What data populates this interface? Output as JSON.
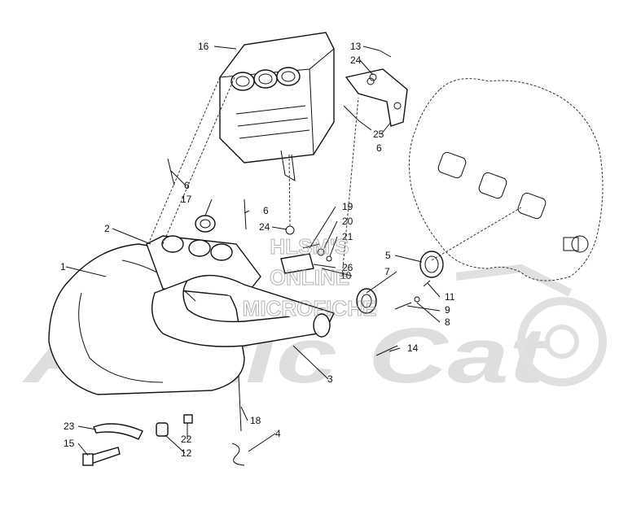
{
  "watermark": {
    "line1": "HLSM'S",
    "line2": "ONLINE",
    "line3": "MICROFICHE",
    "brand": "Arctic Cat",
    "color": "#bdbdbd"
  },
  "callouts": [
    {
      "id": "c1",
      "text": "1"
    },
    {
      "id": "c2",
      "text": "2"
    },
    {
      "id": "c3",
      "text": "3"
    },
    {
      "id": "c4",
      "text": "4"
    },
    {
      "id": "c5",
      "text": "5"
    },
    {
      "id": "c6a",
      "text": "6"
    },
    {
      "id": "c6b",
      "text": "6"
    },
    {
      "id": "c6c",
      "text": "6"
    },
    {
      "id": "c7",
      "text": "7"
    },
    {
      "id": "c8",
      "text": "8"
    },
    {
      "id": "c9",
      "text": "9"
    },
    {
      "id": "c10",
      "text": "10"
    },
    {
      "id": "c11",
      "text": "11"
    },
    {
      "id": "c12",
      "text": "12"
    },
    {
      "id": "c13",
      "text": "13"
    },
    {
      "id": "c14",
      "text": "14"
    },
    {
      "id": "c15",
      "text": "15"
    },
    {
      "id": "c16",
      "text": "16"
    },
    {
      "id": "c17",
      "text": "17"
    },
    {
      "id": "c18",
      "text": "18"
    },
    {
      "id": "c19",
      "text": "19"
    },
    {
      "id": "c20",
      "text": "20"
    },
    {
      "id": "c21",
      "text": "21"
    },
    {
      "id": "c22",
      "text": "22"
    },
    {
      "id": "c23",
      "text": "23"
    },
    {
      "id": "c24a",
      "text": "24"
    },
    {
      "id": "c24b",
      "text": "24"
    },
    {
      "id": "c25",
      "text": "25"
    },
    {
      "id": "c26",
      "text": "26"
    }
  ]
}
